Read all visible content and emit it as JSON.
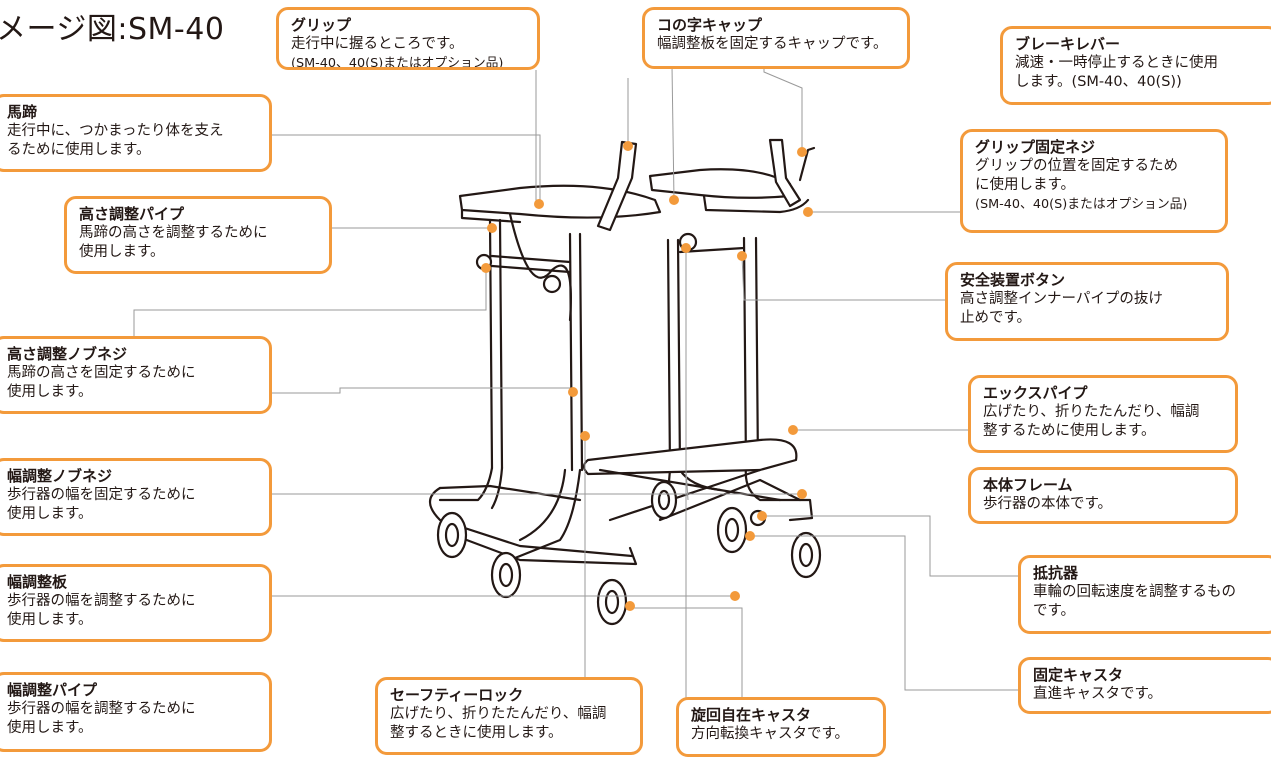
{
  "title": "メージ図:SM-40",
  "accent_color": "#f39a3b",
  "callouts": {
    "grip": {
      "title": "グリップ",
      "desc": "走行中に握るところです。",
      "note": "(SM-40、40(S)またはオプション品)"
    },
    "u_cap": {
      "title": "コの字キャップ",
      "desc": "幅調整板を固定するキャップです。"
    },
    "brake_lever": {
      "title": "ブレーキレバー",
      "desc": "減速・一時停止するときに使用\nします。(SM-40、40(S))"
    },
    "saddle": {
      "title": "馬蹄",
      "desc": "走行中に、つかまったり体を支え\nるために使用します。"
    },
    "grip_screw": {
      "title": "グリップ固定ネジ",
      "desc": "グリップの位置を固定するため\nに使用します。",
      "note": "(SM-40、40(S)またはオプション品)"
    },
    "height_pipe": {
      "title": "高さ調整パイプ",
      "desc": "馬蹄の高さを調整するために\n使用します。"
    },
    "safety_button": {
      "title": "安全装置ボタン",
      "desc": "高さ調整インナーパイプの抜け\n止めです。"
    },
    "height_knob": {
      "title": "高さ調整ノブネジ",
      "desc": "馬蹄の高さを固定するために\n使用します。"
    },
    "x_pipe": {
      "title": "エックスパイプ",
      "desc": "広げたり、折りたたんだり、幅調\n整するために使用します。"
    },
    "width_knob": {
      "title": "幅調整ノブネジ",
      "desc": "歩行器の幅を固定するために\n使用します。"
    },
    "main_frame": {
      "title": "本体フレーム",
      "desc": "歩行器の本体です。"
    },
    "resistor": {
      "title": "抵抗器",
      "desc": "車輪の回転速度を調整するもの\nです。"
    },
    "width_plate": {
      "title": "幅調整板",
      "desc": "歩行器の幅を調整するために\n使用します。"
    },
    "fixed_caster": {
      "title": "固定キャスタ",
      "desc": "直進キャスタです。"
    },
    "width_pipe": {
      "title": "幅調整パイプ",
      "desc": "歩行器の幅を調整するために\n使用します。"
    },
    "safety_lock": {
      "title": "セーフティーロック",
      "desc": "広げたり、折りたたんだり、幅調\n整するときに使用します。"
    },
    "swivel_caster": {
      "title": "旋回自在キャスタ",
      "desc": "方向転換キャスタです。"
    }
  }
}
